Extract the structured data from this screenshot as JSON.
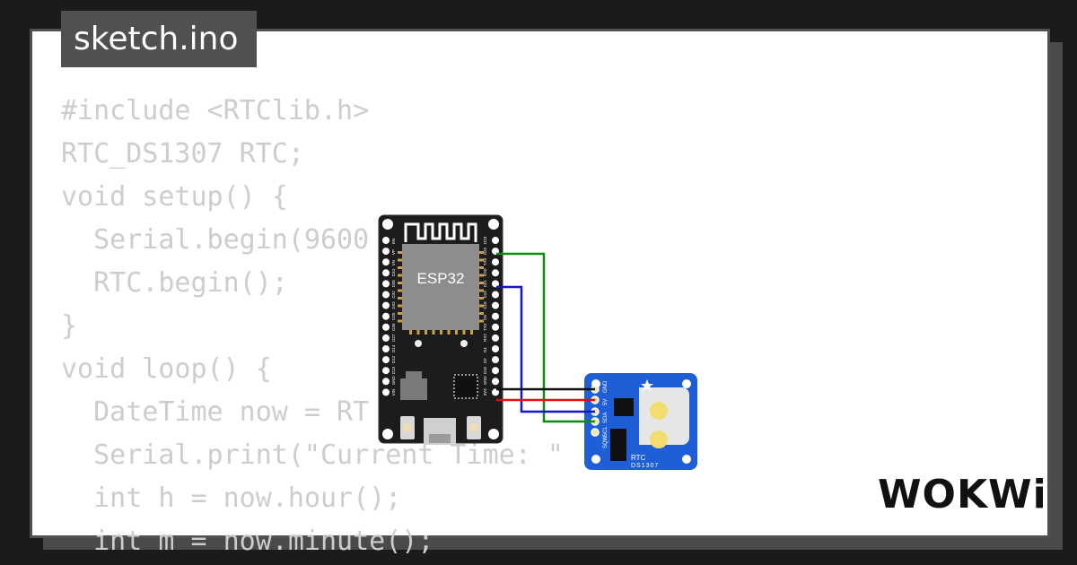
{
  "tab": {
    "filename": "sketch.ino"
  },
  "code_lines": [
    "#include <RTClib.h>",
    "RTC_DS1307 RTC;",
    "void setup() {",
    "  Serial.begin(9600",
    "  RTC.begin();",
    "}",
    "void loop() {",
    "  DateTime now = RT",
    "  Serial.print(\"Current Time: \"",
    "  int h = now.hour();",
    "  int m = now.minute();"
  ],
  "esp32": {
    "label": "ESP32",
    "left_pins": [
      "EN",
      "VP",
      "VN",
      "D34",
      "D35",
      "D32",
      "D33",
      "D25",
      "D26",
      "D27",
      "D14",
      "D12",
      "D13",
      "GND",
      "VIN"
    ],
    "right_pins": [
      "D23",
      "D22",
      "TX0",
      "RX0",
      "D21",
      "D19",
      "D18",
      "D5",
      "TX2",
      "RX2",
      "D4",
      "D2",
      "D15",
      "GND",
      "3V3"
    ]
  },
  "rtc_module": {
    "label": "RTC",
    "chip": "DS1307",
    "pins": [
      "GND",
      "5V",
      "SDA",
      "SCL",
      "SQW"
    ]
  },
  "wires": {
    "green": "#118a11",
    "blue": "#1414c8",
    "red": "#e01010",
    "black": "#111111"
  },
  "brand": {
    "logo_text": "WOKWi"
  }
}
